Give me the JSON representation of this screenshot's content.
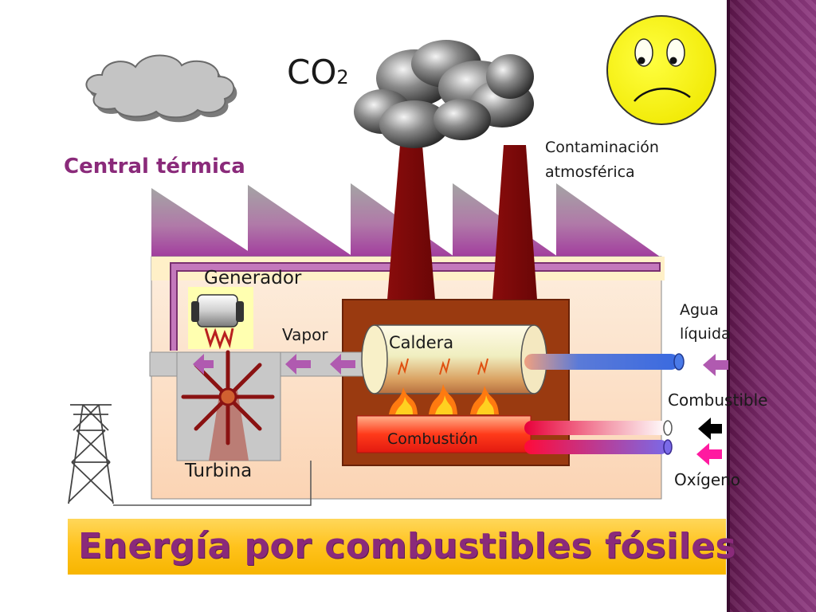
{
  "labels": {
    "co2_main": "CO",
    "co2_sub": "2",
    "central": "Central térmica",
    "contaminacion_line1": "Contaminación",
    "contaminacion_line2": "atmosférica",
    "generador": "Generador",
    "vapor": "Vapor",
    "caldera": "Caldera",
    "agua_line1": "Agua",
    "agua_line2": "líquida",
    "combustible": "Combustible",
    "combustion": "Combustión",
    "turbina": "Turbina",
    "oxigeno": "Oxígeno",
    "title": "Energía por combustibles fósiles"
  },
  "colors": {
    "accent_purple": "#8a2a7a",
    "chimney": "#7a0a0a",
    "furnace": "#9a3a10",
    "title_bar": "#ffc21c",
    "water_pipe": "#3a6ae0",
    "fuel_pipe": "#e8003a",
    "oxygen_arrow": "#ff1aa0",
    "fuel_arrow": "#000000"
  }
}
